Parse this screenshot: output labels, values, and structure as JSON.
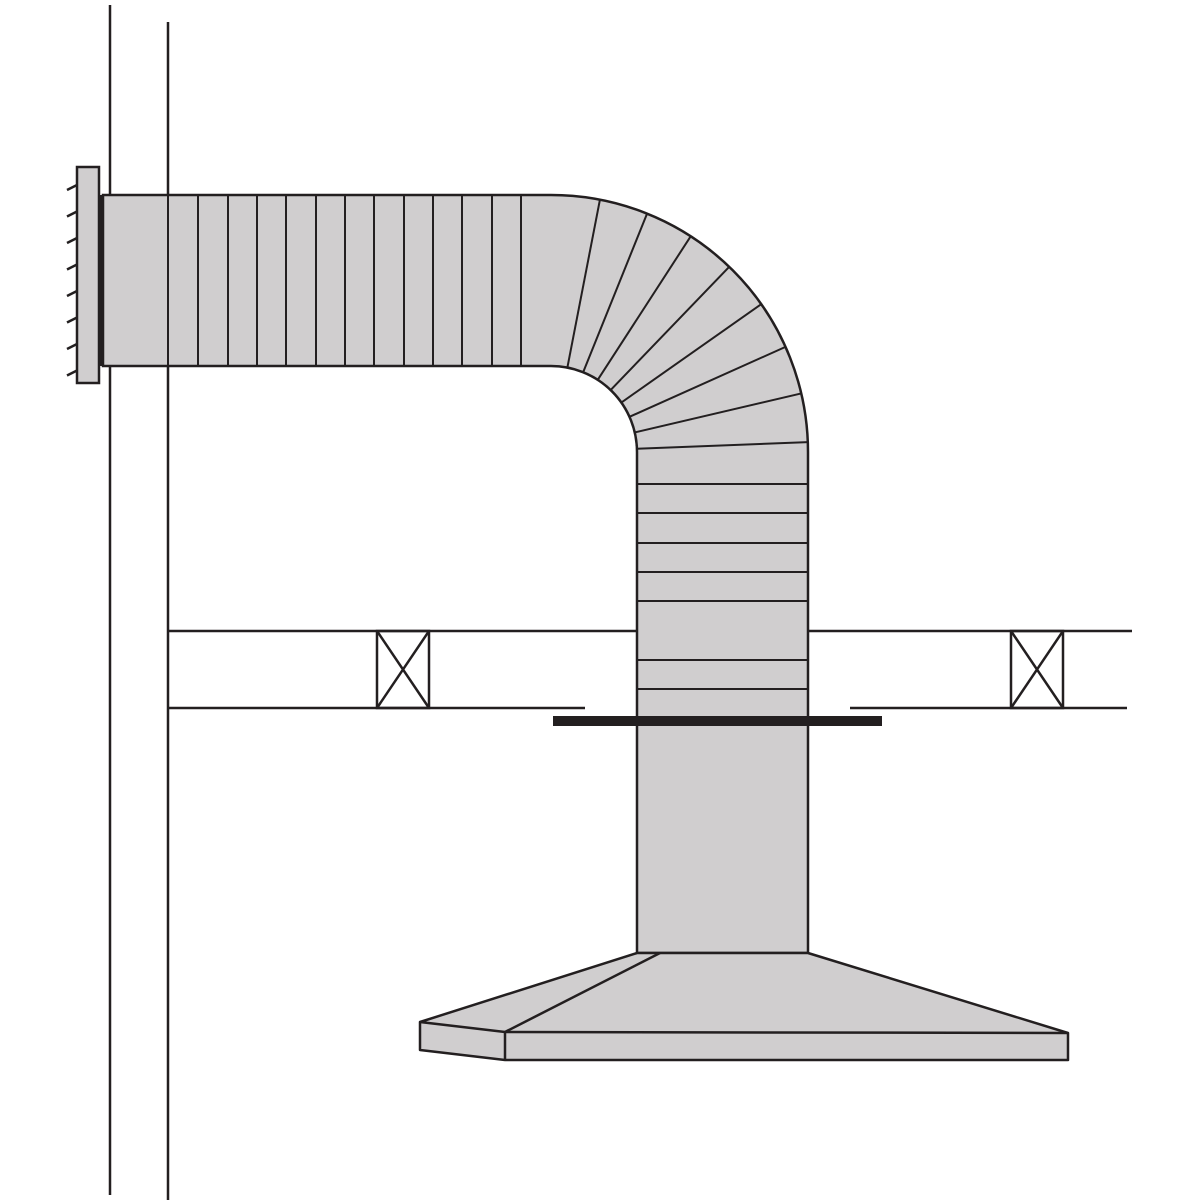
{
  "colors": {
    "line": "#231f20",
    "duct_fill": "#d0cecf",
    "background": "#ffffff"
  },
  "components": [
    "wall",
    "wall-cap",
    "horizontal-duct",
    "elbow",
    "vertical-duct",
    "ceiling-joists",
    "ceiling-trim-plate",
    "range-hood"
  ]
}
